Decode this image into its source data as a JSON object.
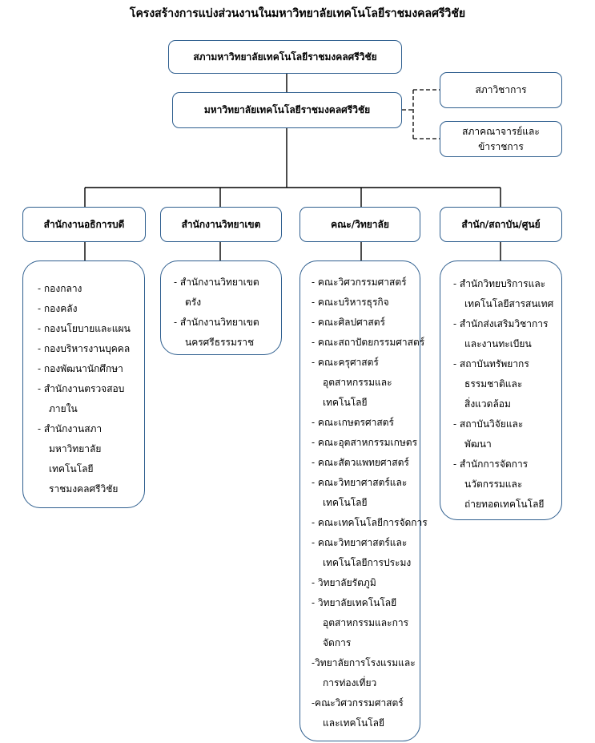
{
  "title": "โครงสร้างการแบ่งส่วนงานในมหาวิทยาลัยเทคโนโลยีราชมงคลศรีวิชัย",
  "council": "สภามหาวิทยาลัยเทคโนโลยีราชมงคลศรีวิชัย",
  "university": "มหาวิทยาลัยเทคโนโลยีราชมงคลศรีวิชัย",
  "side_boxes": {
    "academic_council": "สภาวิชาการ",
    "faculty_council": "สภาคณาจารย์และข้าราชการ"
  },
  "units": [
    {
      "header": "สำนักงานอธิการบดี",
      "items": [
        "- กองกลาง",
        "- กองคลัง",
        "- กองนโยบายและแผน",
        "- กองบริหารงานบุคคล",
        "- กองพัฒนานักศึกษา",
        "- สำนักงานตรวจสอบ\nภายใน",
        "- สำนักงานสภา\nมหาวิทยาลัย\nเทคโนโลยี\nราชมงคลศรีวิชัย"
      ]
    },
    {
      "header": "สำนักงานวิทยาเขต",
      "items": [
        "- สำนักงานวิทยาเขต\nตรัง",
        "- สำนักงานวิทยาเขต\nนครศรีธรรมราช"
      ]
    },
    {
      "header": "คณะ/วิทยาลัย",
      "items": [
        "- คณะวิศวกรรมศาสตร์",
        "- คณะบริหารธุรกิจ",
        "- คณะศิลปศาสตร์",
        "- คณะสถาปัตยกรรมศาสตร์",
        "- คณะครุศาสตร์\nอุตสาหกรรมและ\nเทคโนโลยี",
        "- คณะเกษตรศาสตร์",
        "- คณะอุตสาหกรรมเกษตร",
        "- คณะสัตวแพทยศาสตร์",
        "- คณะวิทยาศาสตร์และ\nเทคโนโลยี",
        "- คณะเทคโนโลยีการจัดการ",
        "- คณะวิทยาศาสตร์และ\nเทคโนโลยีการประมง",
        "- วิทยาลัยรัตภูมิ",
        "- วิทยาลัยเทคโนโลยี\nอุตสาหกรรมและการ\nจัดการ",
        "-วิทยาลัยการโรงแรมและ\nการท่องเที่ยว",
        "-คณะวิศวกรรมศาสตร์\nและเทคโนโลยี"
      ]
    },
    {
      "header": "สำนัก/สถาบัน/ศูนย์",
      "items": [
        "- สำนักวิทยบริการและ\nเทคโนโลยีสารสนเทศ",
        "- สำนักส่งเสริมวิชาการ\nและงานทะเบียน",
        "- สถาบันทรัพยากร\nธรรมชาติและ\nสิ่งแวดล้อม",
        "- สถาบันวิจัยและ\nพัฒนา",
        "- สำนักการจัดการ\nนวัตกรรมและ\nถ่ายทอดเทคโนโลยี"
      ]
    }
  ]
}
